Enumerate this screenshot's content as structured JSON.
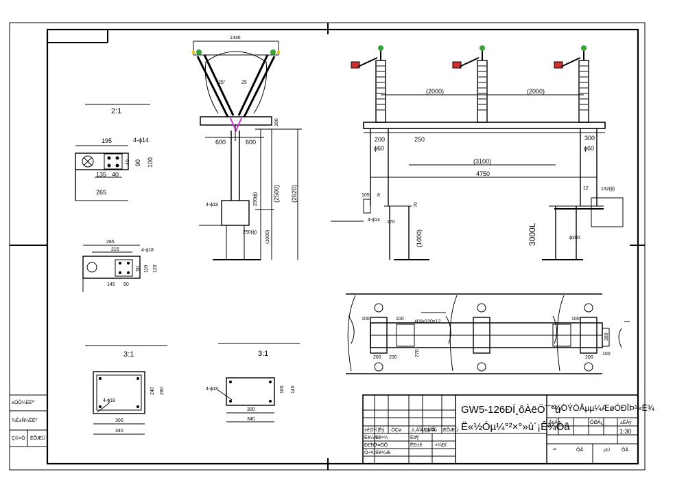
{
  "scale_labels": {
    "scale_a": "2:1",
    "scale_b": "3:1",
    "scale_c": "3:1"
  },
  "plate1_dims": {
    "w1": "195",
    "holes": "4-ϕ14",
    "w2": "135",
    "w3": "40",
    "w4": "265",
    "h1": "40",
    "h2": "90",
    "h3": "100"
  },
  "plate2_dims": {
    "w_top": "265",
    "w_mid": "215",
    "holes": "4-ϕ18",
    "w_bot": "145",
    "w_bot2": "50",
    "h1": "50",
    "h2": "110",
    "h3": "120"
  },
  "plate3_dims": {
    "holes": "4-ϕ18",
    "w1": "300",
    "w2": "340",
    "h1": "240",
    "h2": "280"
  },
  "plate4_dims": {
    "holes": "4-ϕ18",
    "w1": "300",
    "w2": "340",
    "h1": "100",
    "h2": "140"
  },
  "side_view": {
    "top_width": "1330",
    "base_left": "600",
    "base_right": "600",
    "base_h": "160",
    "bolts": "4-ϕ18",
    "angle_a": "25°",
    "angle_b": "25",
    "d1": "200(ϕ)",
    "d2": "(2500)",
    "d3": "(2620)",
    "d4": "250(ϕ)",
    "d5": "(1000)"
  },
  "front_view": {
    "span1": "(2000)",
    "span2": "(2000)",
    "d200": "200",
    "d250": "250",
    "phi60_l": "ϕ60",
    "d3100": "(3100)",
    "d4750": "4750",
    "d300": "300",
    "phi60_r": "ϕ60",
    "d105": "105",
    "d8": "8",
    "d70": "70",
    "bolt": "4-ϕ14",
    "d170": "170",
    "d1000": "(1000)",
    "d12": "12",
    "d132": "132(ϕ)",
    "d3000": "3000L",
    "phi300": "ϕ300"
  },
  "plan_view": {
    "d100a": "100",
    "d100b": "100",
    "plate": "400x320x12",
    "d200a": "200",
    "d200b": "200",
    "d270": "270",
    "d100c": "100",
    "d200c": "200",
    "d380": "380",
    "d100d": "100"
  },
  "left_table": {
    "row1": "±ÓÒ¼ÈËº´",
    "row2": "¾É±Ñ¼ÈËº´",
    "row3a": "Ç©×Ö",
    "row3b": "ÈÕÆÚ"
  },
  "title_block": {
    "title1": "GW5-126ÐÍ¸ôÀëÖ¯°ü´",
    "title2": "Ë«½Óµ¼°²×°»ù´¡Ê¾Òâ",
    "title3": "°¼ÖÝÒÂµµ¼ÆøÓÐÏÞ¹«Ë¾",
    "hdr": [
      "±êÖ¾",
      "´¦Êý",
      "·ÖÇø",
      "¸ü¸ÄÎÄ¼þºÅ",
      "Ç©Ãû",
      "ÈÕÆÚ"
    ],
    "r1": [
      "Éè¼Æ",
      "±ê×¼",
      "Éó¶¨",
      "ÅúÁ¿",
      "ÖØÁ¿",
      "±ÈÀý"
    ],
    "r2": [
      "Ð£¶Ô",
      "¹¤ÒÕ",
      "ÊÐ±ê",
      "×¼ÐÍ"
    ],
    "r3": [
      "Ö÷¹Ü",
      "Éè¼Æ",
      "¹²",
      "ÕÅ",
      "µÚ",
      "ÕÅ"
    ],
    "scale": "1:30"
  },
  "colors": {
    "line": "#000000",
    "insulator_red": "#d32f2f",
    "insulator_green": "#37a23a",
    "insulator_yellow": "#e9c21e",
    "magenta": "#cc33cc"
  }
}
